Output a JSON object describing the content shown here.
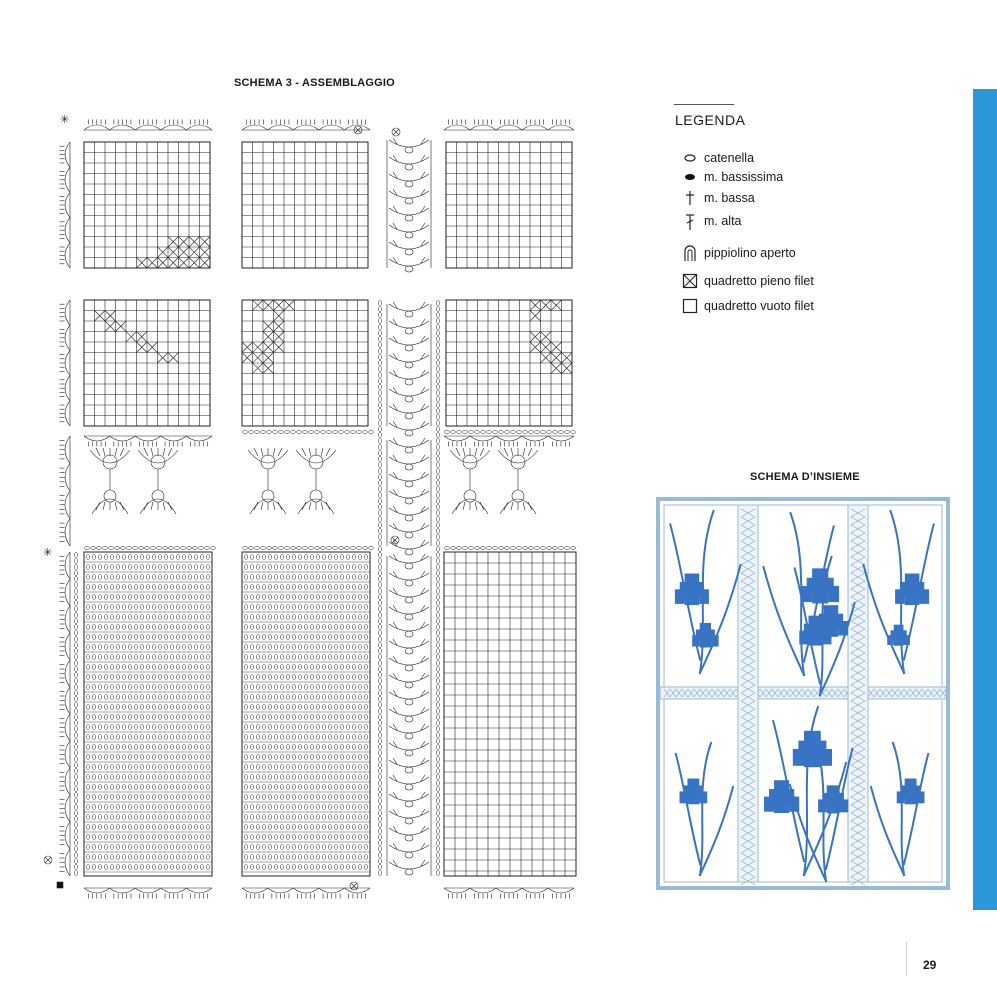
{
  "schema3": {
    "title": "SCHEMA 3 - ASSEMBLAGGIO"
  },
  "legend": {
    "title": "LEGENDA",
    "items": [
      {
        "icon": "chain-stitch-icon",
        "label": "catenella"
      },
      {
        "icon": "slip-stitch-icon",
        "label": "m. bassissima"
      },
      {
        "icon": "single-crochet-icon",
        "label": "m. bassa"
      },
      {
        "icon": "double-crochet-icon",
        "label": "m. alta"
      },
      {
        "icon": "open-picot-icon",
        "label": "pippiolino aperto"
      },
      {
        "icon": "filled-filet-square-icon",
        "label": "quadretto pieno filet"
      },
      {
        "icon": "empty-filet-square-icon",
        "label": "quadretto vuoto filet"
      }
    ]
  },
  "insieme": {
    "title": "SCHEMA D’INSIEME"
  },
  "colors": {
    "accent_tab": "#2b97d6",
    "motif_blue": "#3873c4",
    "border_blue": "#9ab9d8"
  },
  "page_number": "29"
}
